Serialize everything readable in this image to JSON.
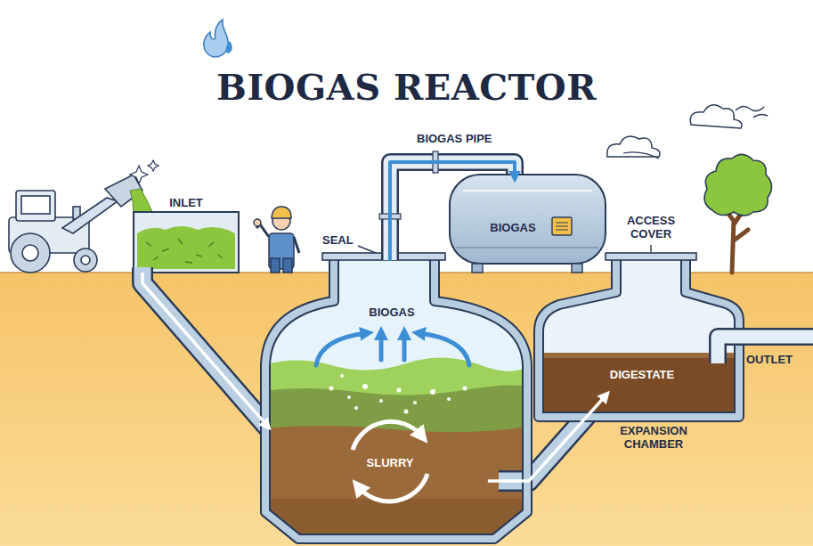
{
  "diagram": {
    "title": "BIOGAS REACTOR",
    "nodes": [
      {
        "text": [
          "INLET"
        ]
      },
      {
        "text": [
          "BIOGAS"
        ]
      },
      {
        "text": [
          "BIOGAS",
          "SLURRY"
        ]
      },
      {
        "text": [
          "DIGESTATE",
          "EXPANSION CHAMBER"
        ]
      }
    ],
    "edges": [
      {
        "from": 0,
        "to": 2,
        "arrow": "to"
      },
      {
        "from": 2,
        "to": 1,
        "label": "BIOGAS PIPE",
        "arrow": "to"
      },
      {
        "from": 2,
        "to": 3,
        "arrow": "to"
      }
    ],
    "labels": [
      "SEAL",
      "ACCESS COVER",
      "OUTLET"
    ]
  }
}
